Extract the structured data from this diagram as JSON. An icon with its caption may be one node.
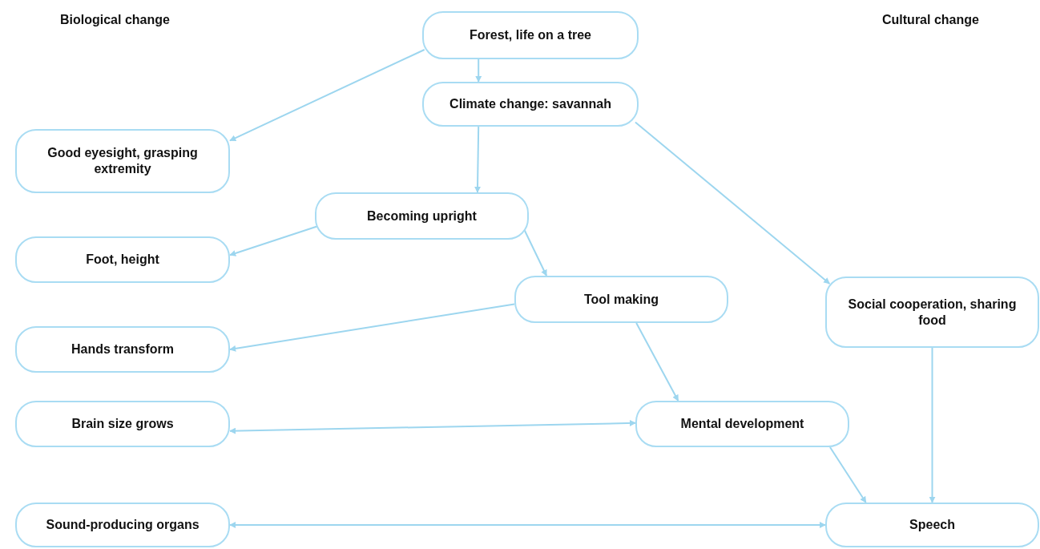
{
  "diagram": {
    "nodes": [
      {
        "text": [
          "Forest, life on a tree"
        ]
      },
      {
        "text": [
          "Climate change: savannah"
        ]
      },
      {
        "text": [
          "Good eyesight, grasping extremity"
        ]
      },
      {
        "text": [
          "Becoming upright"
        ]
      },
      {
        "text": [
          "Foot, height"
        ]
      },
      {
        "text": [
          "Tool making"
        ]
      },
      {
        "text": [
          "Social cooperation, sharing food"
        ]
      },
      {
        "text": [
          "Hands transform"
        ]
      },
      {
        "text": [
          "Brain size grows"
        ]
      },
      {
        "text": [
          "Mental development"
        ]
      },
      {
        "text": [
          "Sound-producing organs"
        ]
      },
      {
        "text": [
          "Speech"
        ]
      }
    ],
    "edges": [
      {
        "from": 0,
        "to": 2,
        "arrow": "to"
      },
      {
        "from": 0,
        "to": 1,
        "arrow": "to"
      },
      {
        "from": 1,
        "to": 3,
        "arrow": "to"
      },
      {
        "from": 1,
        "to": 6,
        "arrow": "to"
      },
      {
        "from": 3,
        "to": 4,
        "arrow": "to"
      },
      {
        "from": 3,
        "to": 5,
        "arrow": "to"
      },
      {
        "from": 5,
        "to": 7,
        "arrow": "to"
      },
      {
        "from": 5,
        "to": 9,
        "arrow": "to"
      },
      {
        "from": 8,
        "to": 9,
        "arrow": "both"
      },
      {
        "from": 9,
        "to": 11,
        "arrow": "to"
      },
      {
        "from": 6,
        "to": 11,
        "arrow": "to"
      },
      {
        "from": 10,
        "to": 11,
        "arrow": "both"
      }
    ],
    "labels": [
      "Biological change",
      "Cultural change"
    ]
  }
}
